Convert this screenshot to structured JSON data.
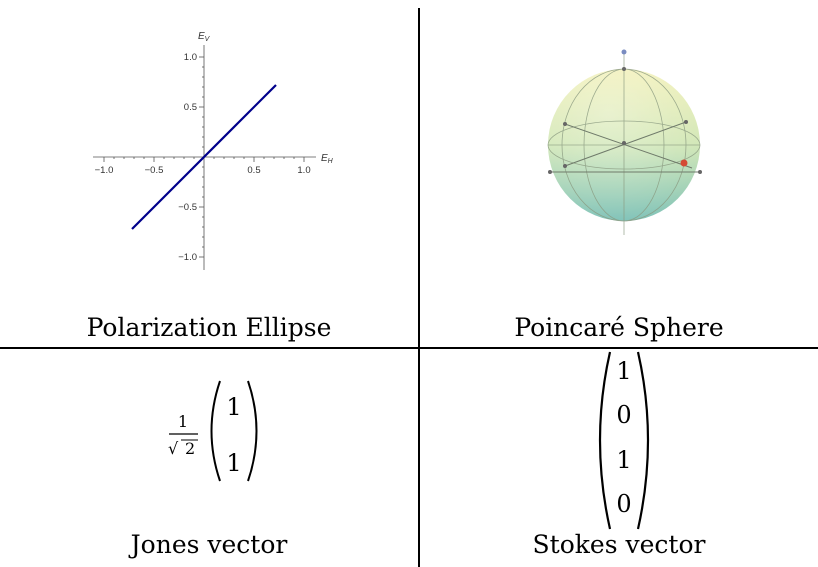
{
  "panels": {
    "ellipse_caption": "Polarization Ellipse",
    "sphere_caption": "Poincaré Sphere",
    "jones_caption": "Jones vector",
    "stokes_caption": "Stokes vector"
  },
  "ellipse_plot": {
    "x_axis_label": "E",
    "x_axis_sub": "H",
    "y_axis_label": "E",
    "y_axis_sub": "V",
    "x_ticks": [
      "−1.0",
      "−0.5",
      "0.5",
      "1.0"
    ],
    "y_ticks": [
      "1.0",
      "0.5",
      "−0.5",
      "−1.0"
    ],
    "line_color": "#00008b",
    "line_from": [
      -0.72,
      -0.72
    ],
    "line_to": [
      0.72,
      0.72
    ]
  },
  "jones": {
    "prefactor_num": "1",
    "prefactor_den": "2",
    "sqrt_symbol": "√",
    "components": [
      "1",
      "1"
    ]
  },
  "stokes": {
    "components": [
      "1",
      "0",
      "1",
      "0"
    ]
  },
  "colors": {
    "sphere_top": "#f2f0b6",
    "sphere_bottom": "#7fc2b8",
    "marker": "#d44a33"
  }
}
